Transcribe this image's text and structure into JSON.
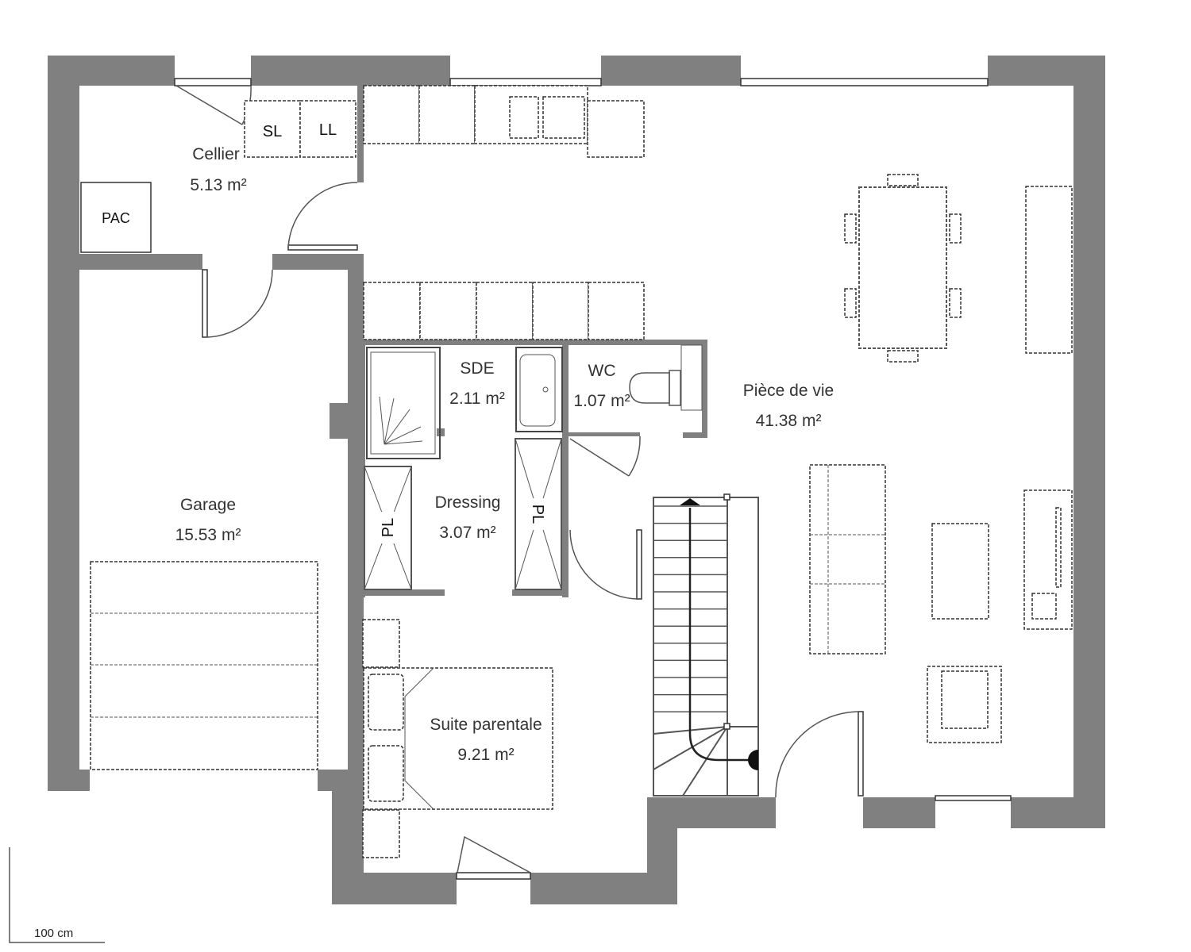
{
  "rooms": [
    {
      "name": "Cellier",
      "area": "5.13 m²"
    },
    {
      "name": "Garage",
      "area": "15.53 m²"
    },
    {
      "name": "SDE",
      "area": "2.11 m²"
    },
    {
      "name": "WC",
      "area": "1.07 m²"
    },
    {
      "name": "Dressing",
      "area": "3.07 m²"
    },
    {
      "name": "Suite parentale",
      "area": "9.21 m²"
    },
    {
      "name": "Pièce de vie",
      "area": "41.38 m²"
    }
  ],
  "appliances": {
    "sl": "SL",
    "ll": "LL",
    "pac": "PAC",
    "pl1": "PL",
    "pl2": "PL"
  },
  "scale": {
    "label": "100 cm"
  },
  "colors": {
    "wall": "#808080",
    "line": "#333333"
  }
}
